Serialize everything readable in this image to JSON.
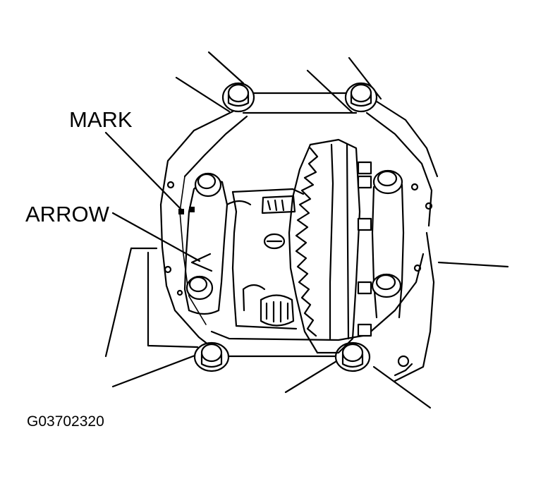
{
  "labels": {
    "mark": "MARK",
    "arrow": "ARROW",
    "figure_code": "G03702320"
  },
  "colors": {
    "line": "#000000",
    "background": "#ffffff"
  }
}
